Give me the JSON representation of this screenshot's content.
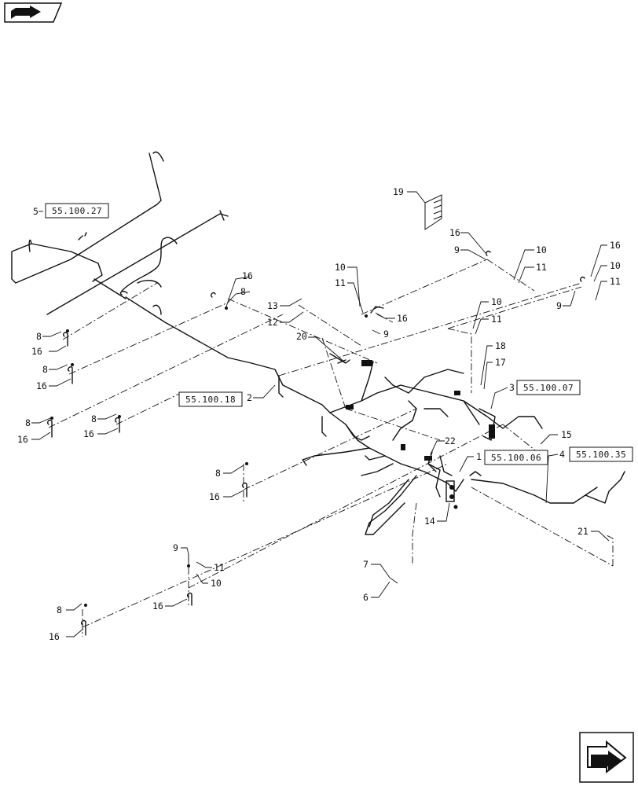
{
  "nav": {
    "back_icon": "arrow-back-icon",
    "next_icon": "arrow-next-icon"
  },
  "section_refs": {
    "r1": "55.100.27",
    "r2": "55.100.18",
    "r3": "55.100.07",
    "r4": "55.100.06",
    "r5": "55.100.35"
  },
  "item_numbers": {
    "n1": "1",
    "n2": "2",
    "n3": "3",
    "n4": "4",
    "n5": "5",
    "n6": "6",
    "n7": "7",
    "n8": "8",
    "n9": "9",
    "n10": "10",
    "n11": "11",
    "n12": "12",
    "n13": "13",
    "n14": "14",
    "n15": "15",
    "n16": "16",
    "n17": "17",
    "n18": "18",
    "n19": "19",
    "n20": "20",
    "n21": "21",
    "n22": "22"
  }
}
